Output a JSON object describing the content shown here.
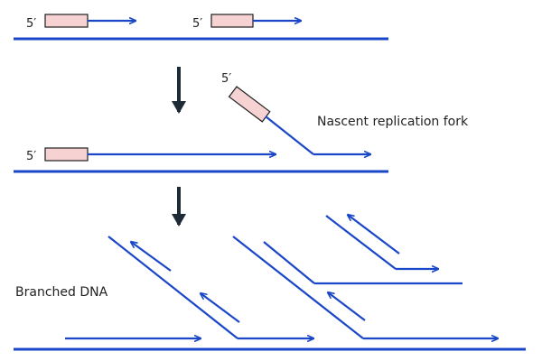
{
  "labels": {
    "five_prime": "5′",
    "nascent_fork": "Nascent replication fork",
    "branched_dna": "Branched DNA"
  },
  "colors": {
    "strand": "#1a47c7",
    "primer_fill": "#f6d2d2",
    "primer_stroke": "#1f1f1f",
    "step_arrow": "#1e2a36"
  }
}
